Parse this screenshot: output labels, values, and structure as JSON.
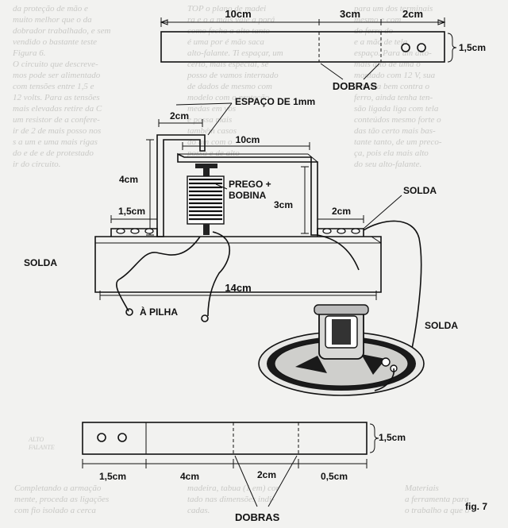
{
  "background_text": {
    "left_col": [
      "da proteção de mão e",
      "muito melhor que o da",
      "dobrador trabalhado, e sem",
      "vendido o bastante teste",
      "Figura 6.",
      "O circuito que descreve-",
      "mos pode ser alimentado",
      "com tensões entre 1,5 e",
      "12 volts. Para as tensões",
      "mais elevadas retire da C",
      "um resistor de a confere-",
      "ir de 2 de mais posso nos",
      "s a um e uma mais rigas",
      "do e de e de protestado",
      "ir do circuito."
    ],
    "left_col_bottom": [
      "Completando a armação",
      "mente, proceda as ligações",
      "com fio isolado a cerca"
    ],
    "mid_col_top": [
      "TOP o plano de madei",
      "ra e o a mais vale a porá",
      "como fecha a alto tanto",
      "é uma por é mão saca",
      "alto-falante. Ti espaçar, um",
      "certo, mais especial, se",
      "posso de vamos internado",
      "de dados de mesmo com",
      "modelo com o proteção",
      "medas em vos",
      "e possa mais",
      "também casos",
      "do um com o",
      "possa e de alto"
    ],
    "mid_col_bottom": [
      "madeira, tabua (1 em) cor",
      "tado nas dimensões indi-",
      "cadas."
    ],
    "right_col": [
      "para um dos terminais",
      "mesmo e com",
      "do ferro do",
      "e a mão de tela",
      "espaço. Para um alto-",
      "mais alto de uma o",
      "montado com 12 V, sua",
      "entrada bem contra o",
      "ferro, ainda tenha ten-",
      "são ligada liga com tela",
      "conteúdos mesmo forte o",
      "das tão certo mais bas-",
      "tante tanto, de um preco-",
      "ça, pois ela mais alto",
      "do seu alto-falante."
    ],
    "right_col_bottom": [
      "Materiais",
      "a ferramenta para",
      "o trabalho a que o"
    ],
    "left_margin": [
      "ALTO",
      "FALANTE"
    ]
  },
  "top_strip": {
    "dim_10": "10cm",
    "dim_3": "3cm",
    "dim_2": "2cm",
    "dim_height": "1,5cm",
    "fold_label": "DOBRAS"
  },
  "assembly": {
    "gap_label": "ESPAÇO DE 1mm",
    "dim_2_top": "2cm",
    "dim_10_bracket": "10cm",
    "nail_coil_label": [
      "PREGO +",
      "BOBINA"
    ],
    "dim_4": "4cm",
    "dim_1_5": "1,5cm",
    "dim_3_post": "3cm",
    "dim_2_right": "2cm",
    "dim_14": "14cm",
    "solder_left": "SOLDA",
    "solder_right_top": "SOLDA",
    "solder_right": "SOLDA",
    "battery_label": "À PILHA"
  },
  "bottom_strip": {
    "dim_1_5": "1,5cm",
    "dim_4": "4cm",
    "dim_2": "2cm",
    "dim_0_5": "0,5cm",
    "dim_height": "1,5cm",
    "fold_label": "DOBRAS"
  },
  "figure_label": "fig. 7"
}
